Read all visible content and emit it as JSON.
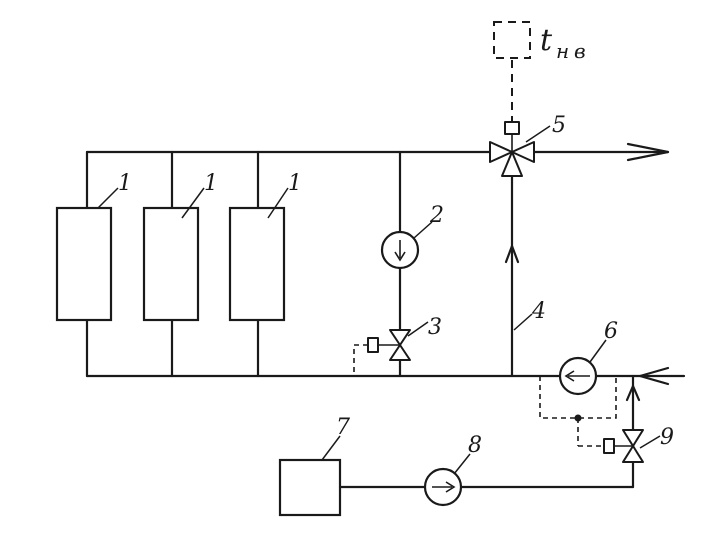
{
  "labels": {
    "heater_1": "1",
    "heater_2": "1",
    "heater_3": "1",
    "pump_2": "2",
    "valve_3": "3",
    "pipe_4": "4",
    "valve_5": "5",
    "pump_6": "6",
    "tank_7": "7",
    "pump_8": "8",
    "valve_9": "9"
  },
  "sensor": {
    "symbol": "t",
    "subscript_1": "н",
    "subscript_2": "в"
  },
  "colors": {
    "line": "#1a1a1a",
    "background": "#ffffff"
  }
}
